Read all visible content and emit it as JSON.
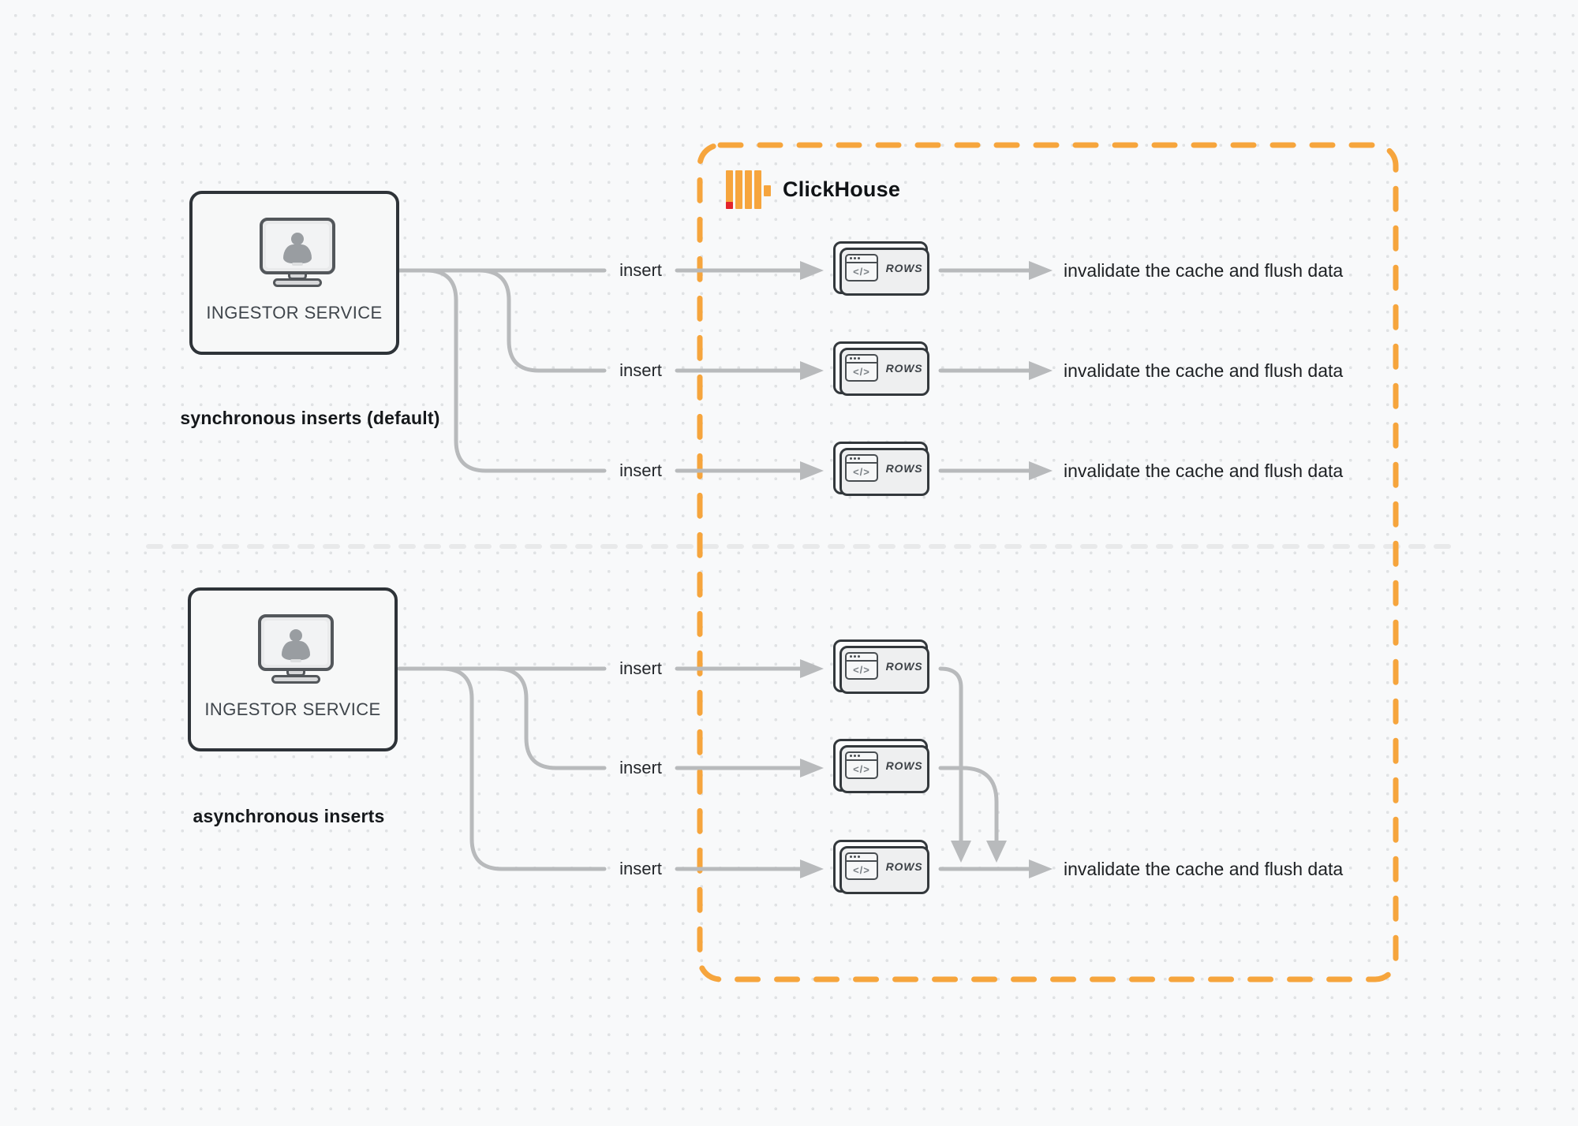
{
  "clickhouse": {
    "label": "ClickHouse"
  },
  "sync": {
    "title": "synchronous inserts (default)",
    "service_label": "INGESTOR SERVICE",
    "rows": [
      {
        "insert": "insert",
        "card": "ROWS",
        "result": "invalidate the cache and flush data"
      },
      {
        "insert": "insert",
        "card": "ROWS",
        "result": "invalidate the cache and flush data"
      },
      {
        "insert": "insert",
        "card": "ROWS",
        "result": "invalidate the cache and flush data"
      }
    ]
  },
  "async": {
    "title": "asynchronous inserts",
    "service_label": "INGESTOR SERVICE",
    "rows": [
      {
        "insert": "insert",
        "card": "ROWS"
      },
      {
        "insert": "insert",
        "card": "ROWS"
      },
      {
        "insert": "insert",
        "card": "ROWS"
      }
    ],
    "result": "invalidate the cache and flush data"
  },
  "icons": {
    "rows_card_glyph": "</>"
  },
  "colors": {
    "accent_orange": "#F6A53D",
    "logo_red": "#E3242B",
    "line_gray": "#B8BABC",
    "border_dark": "#2E3338",
    "divider_gray": "#E8E9EA",
    "text_dark": "#1D2023",
    "background": "#F8F9FA"
  }
}
